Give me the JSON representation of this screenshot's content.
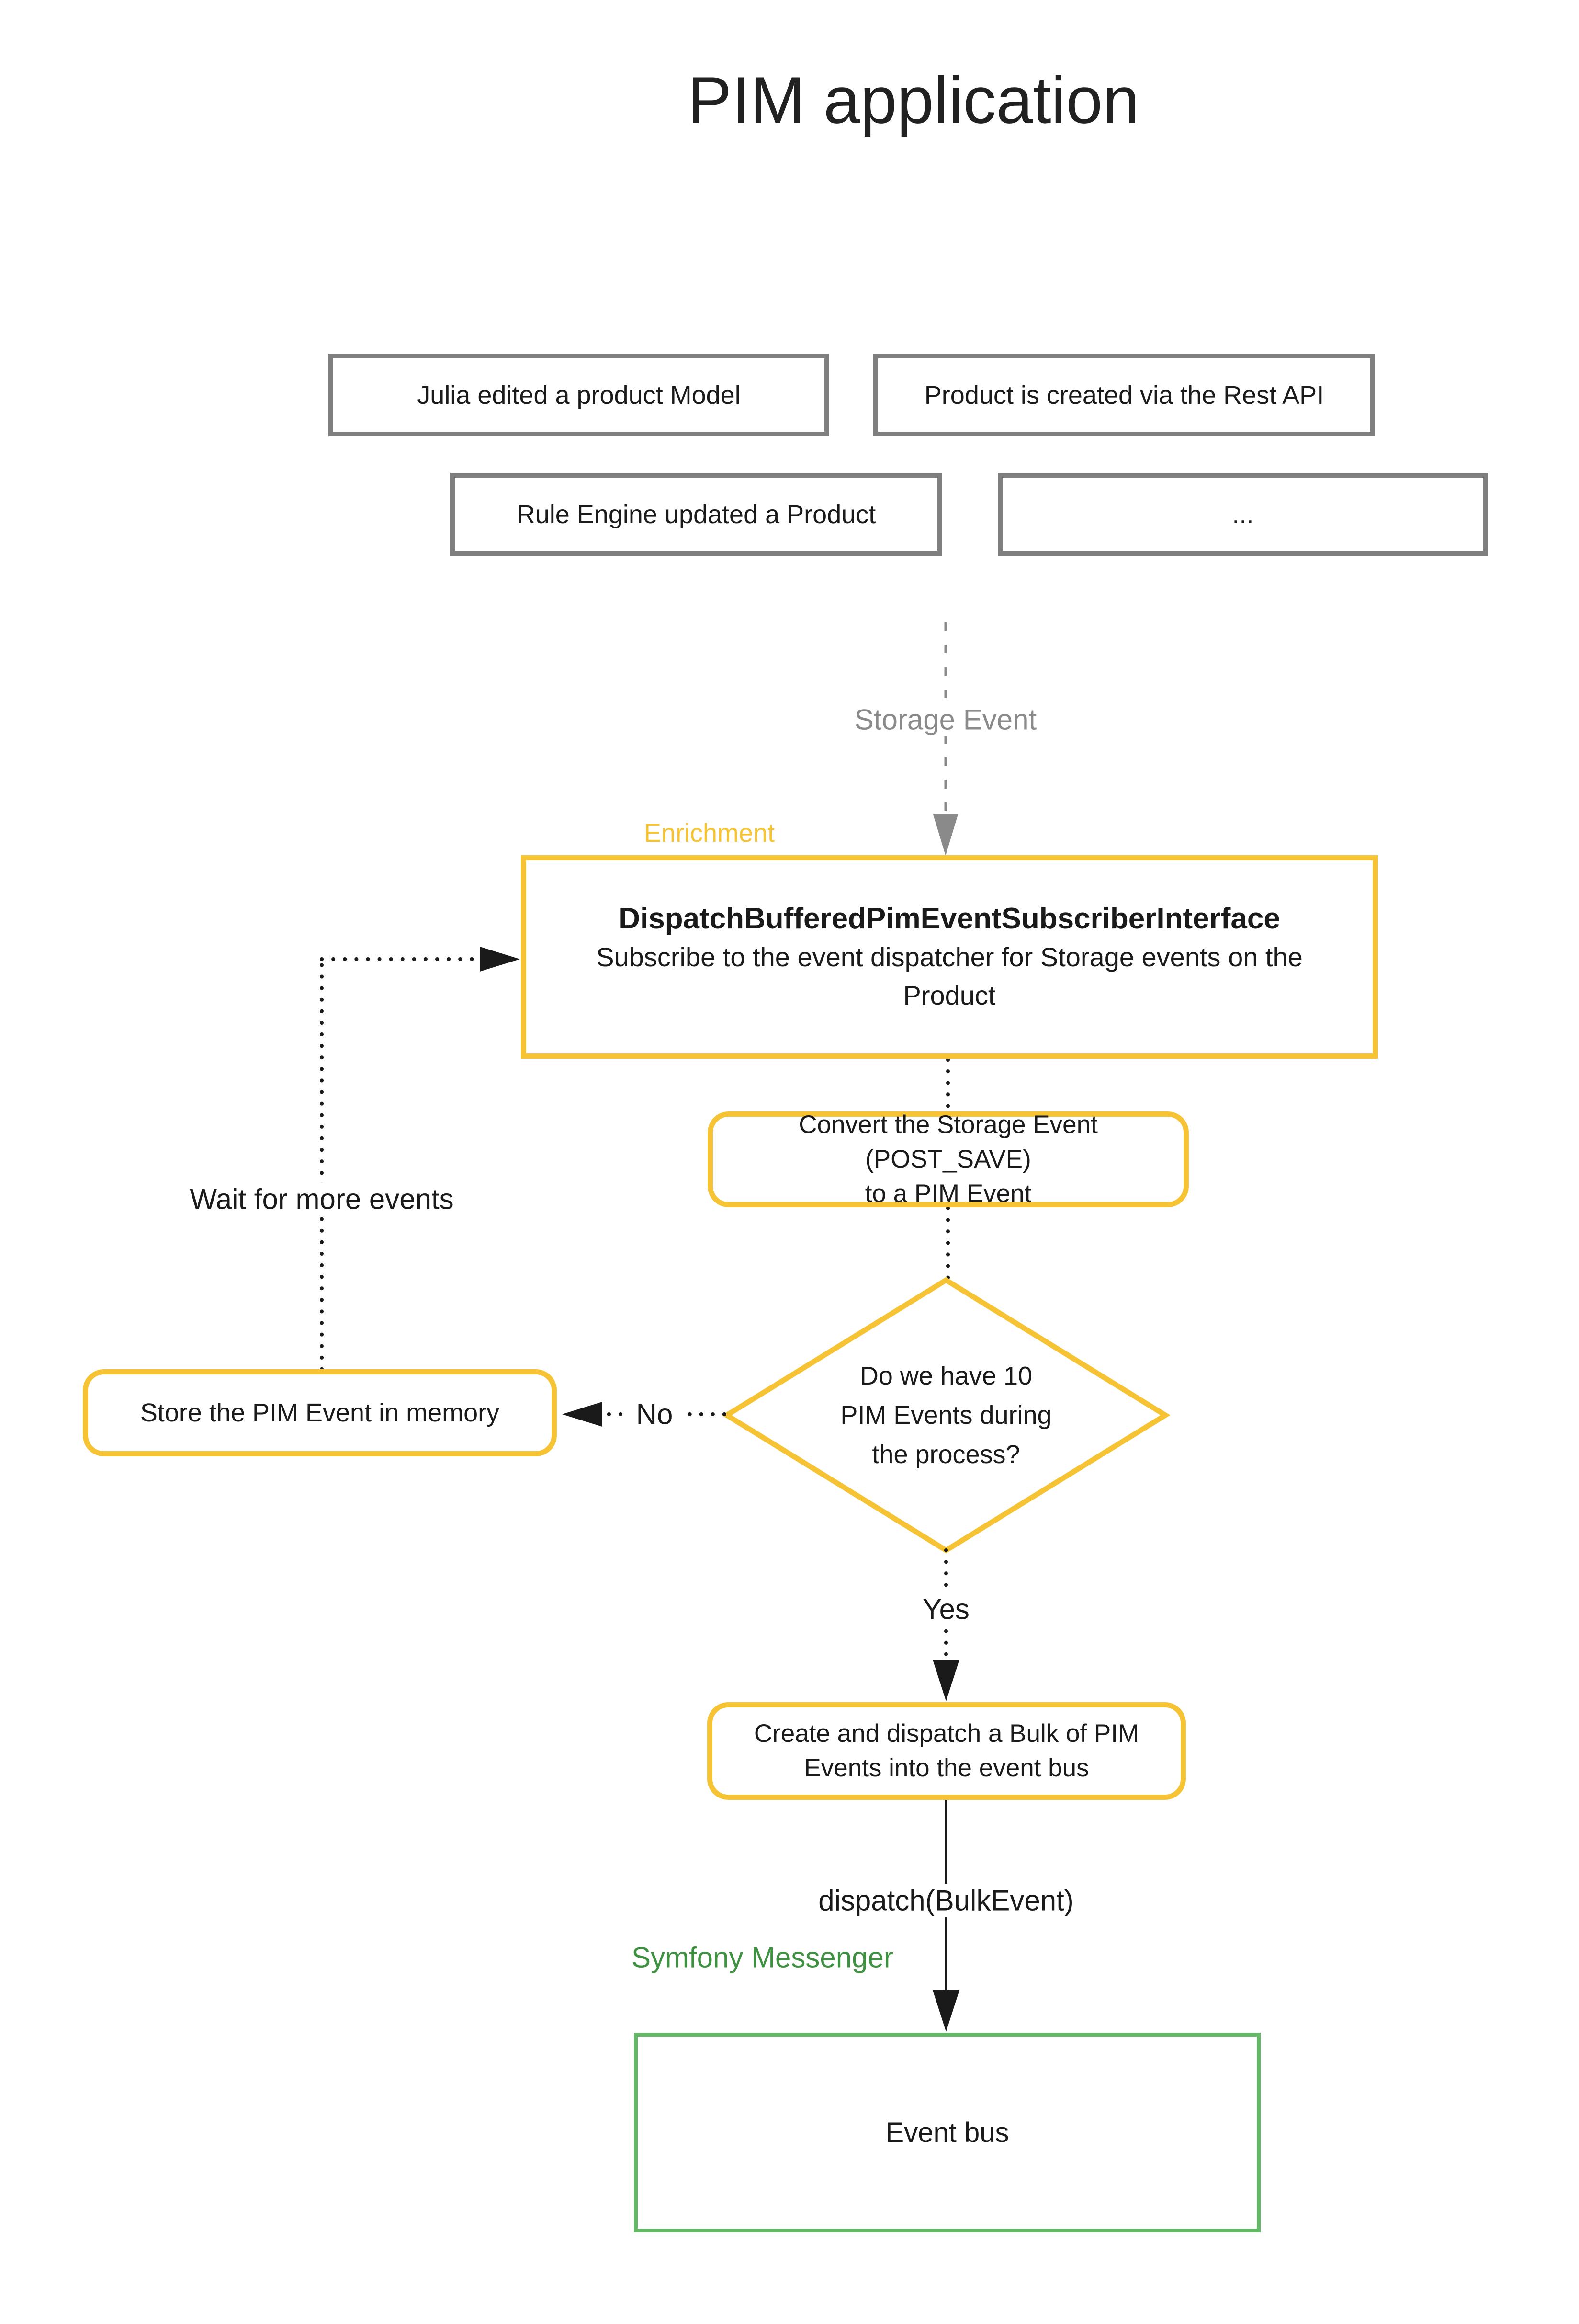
{
  "title": "PIM application",
  "triggers": {
    "julia": "Julia edited a product Model",
    "rest": "Product is created via the Rest API",
    "rule": "Rule Engine updated a Product",
    "more": "..."
  },
  "sections": {
    "enrichment": "Enrichment"
  },
  "nodes": {
    "subscriber": {
      "title": "DispatchBufferedPimEventSubscriberInterface",
      "desc": "Subscribe to the event dispatcher for Storage events on the Product",
      "desc_lines": [
        "Subscribe to the event dispatcher for Storage events on the",
        "Product"
      ]
    },
    "convert": {
      "text": "Convert the Storage Event (POST_SAVE) to a PIM Event",
      "lines": [
        "Convert the Storage Event (POST_SAVE)",
        "to a PIM Event"
      ]
    },
    "decision": {
      "text": "Do we have 10 PIM Events during the process?",
      "lines": [
        "Do we have 10",
        "PIM Events during",
        "the process?"
      ]
    },
    "store": {
      "text": "Store the PIM Event in memory"
    },
    "bulk": {
      "text": "Create and dispatch a Bulk of PIM Events into the event bus",
      "lines": [
        "Create and dispatch a Bulk of PIM",
        "Events into the event bus"
      ]
    },
    "event_bus": {
      "text": "Event bus"
    }
  },
  "edges": {
    "storage_event": "Storage Event",
    "wait": "Wait for more events",
    "no": "No",
    "yes": "Yes",
    "dispatch": "dispatch(BulkEvent)",
    "symfony_messenger": "Symfony Messenger"
  },
  "colors": {
    "yellow": "#F5C333",
    "gray_border": "#7F7F7F",
    "gray_muted": "#8A8A8A",
    "green_border": "#63B766",
    "green_text": "#3F9142",
    "ink": "#1A1A1A"
  }
}
